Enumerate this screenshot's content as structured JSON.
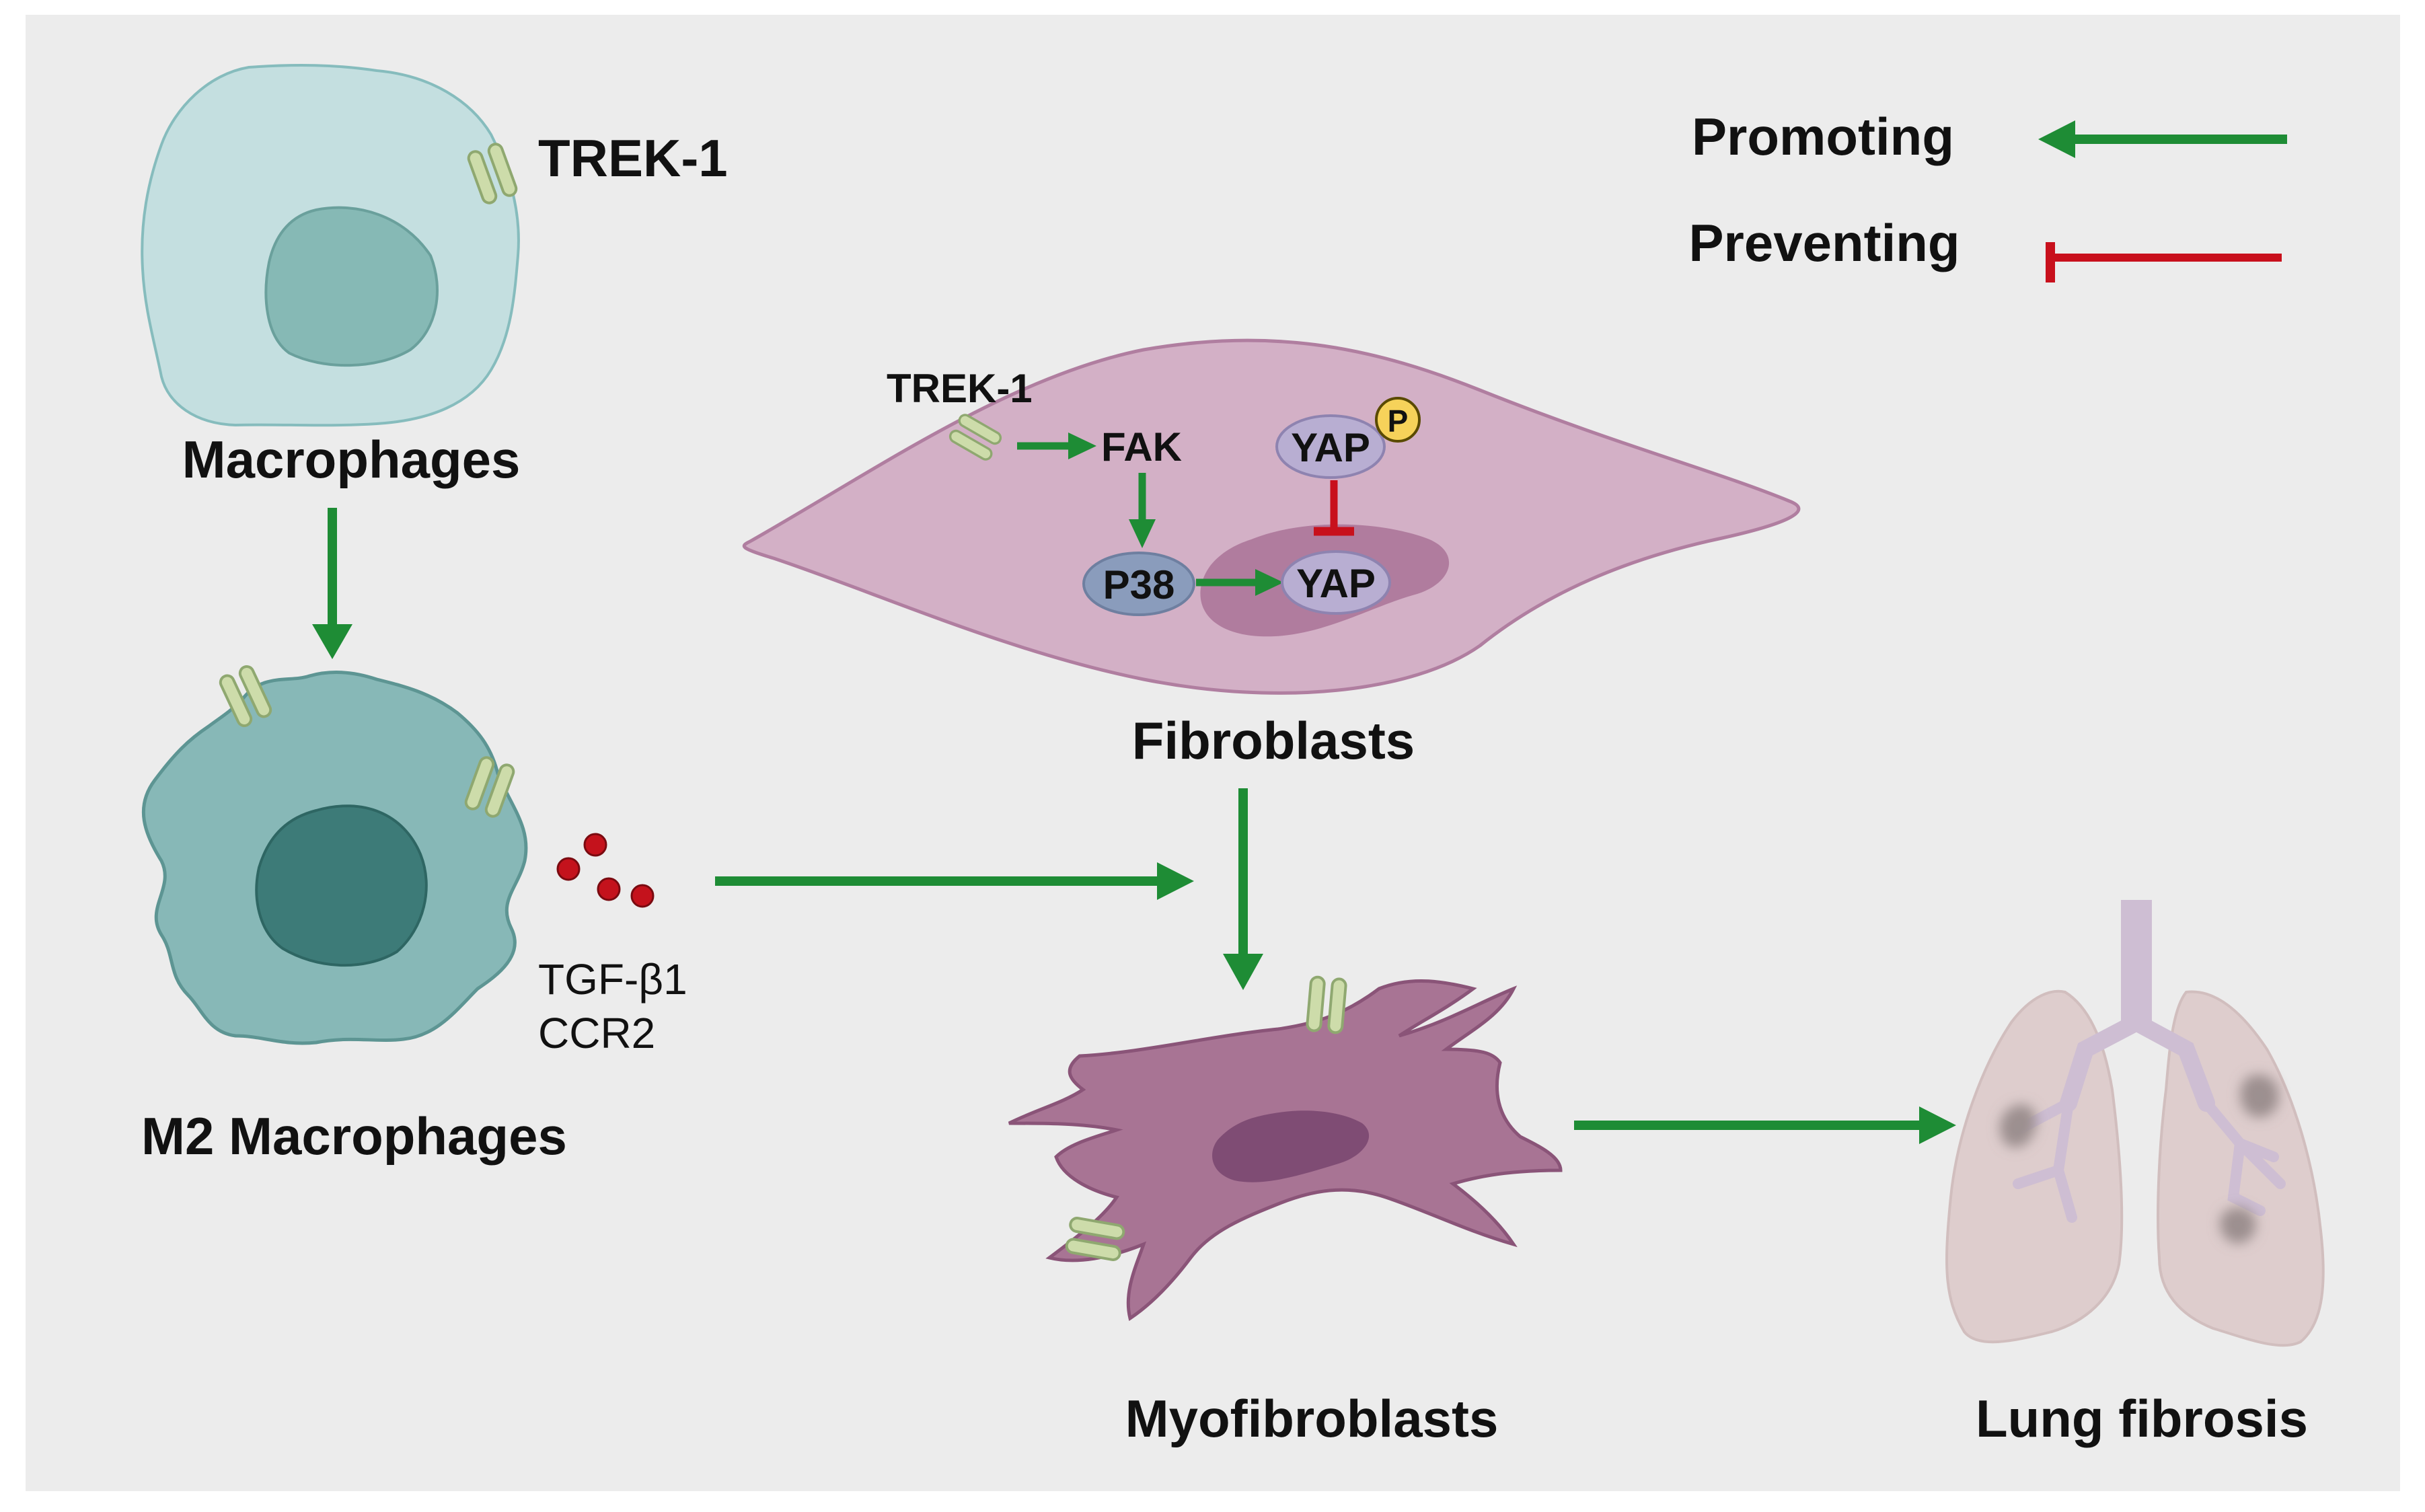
{
  "labels": {
    "trek1_macrophage": "TREK-1",
    "macrophages": "Macrophages",
    "m2_macrophages": "M2 Macrophages",
    "cytokine_1": "TGF-β1",
    "cytokine_2": "CCR2",
    "trek1_fibroblast": "TREK-1",
    "fak": "FAK",
    "p38": "P38",
    "yap_cytoplasm": "YAP",
    "yap_nucleus": "YAP",
    "phospho": "P",
    "fibroblasts": "Fibroblasts",
    "myofibroblasts": "Myofibroblasts",
    "lung_fibrosis": "Lung fibrosis"
  },
  "legend": {
    "promoting": "Promoting",
    "preventing": "Preventing"
  },
  "colors": {
    "background": "#ececec",
    "promoting_arrow": "#1e8c35",
    "preventing_arrow": "#c8101c",
    "macrophage": "#c4dfe0",
    "macrophage_nucleus": "#86b9b5",
    "m2_macrophage": "#87b8b7",
    "m2_nucleus": "#3d7b78",
    "fibroblast": "#d3b0c6",
    "fibroblast_nucleus": "#b07c9e",
    "myofibroblast": "#a87494",
    "myofibroblast_nucleus": "#7f4c74",
    "protein_node": "#b8aed2",
    "p38_node": "#8a9cbc",
    "phospho_badge": "#f6d25a",
    "cytokine_dot": "#c4121c",
    "ion_channel": "#cddcaa",
    "lung": "#dcc8c8"
  },
  "icons": {
    "ion_channel": "trek1-channel-icon",
    "lung": "lung-icon"
  }
}
